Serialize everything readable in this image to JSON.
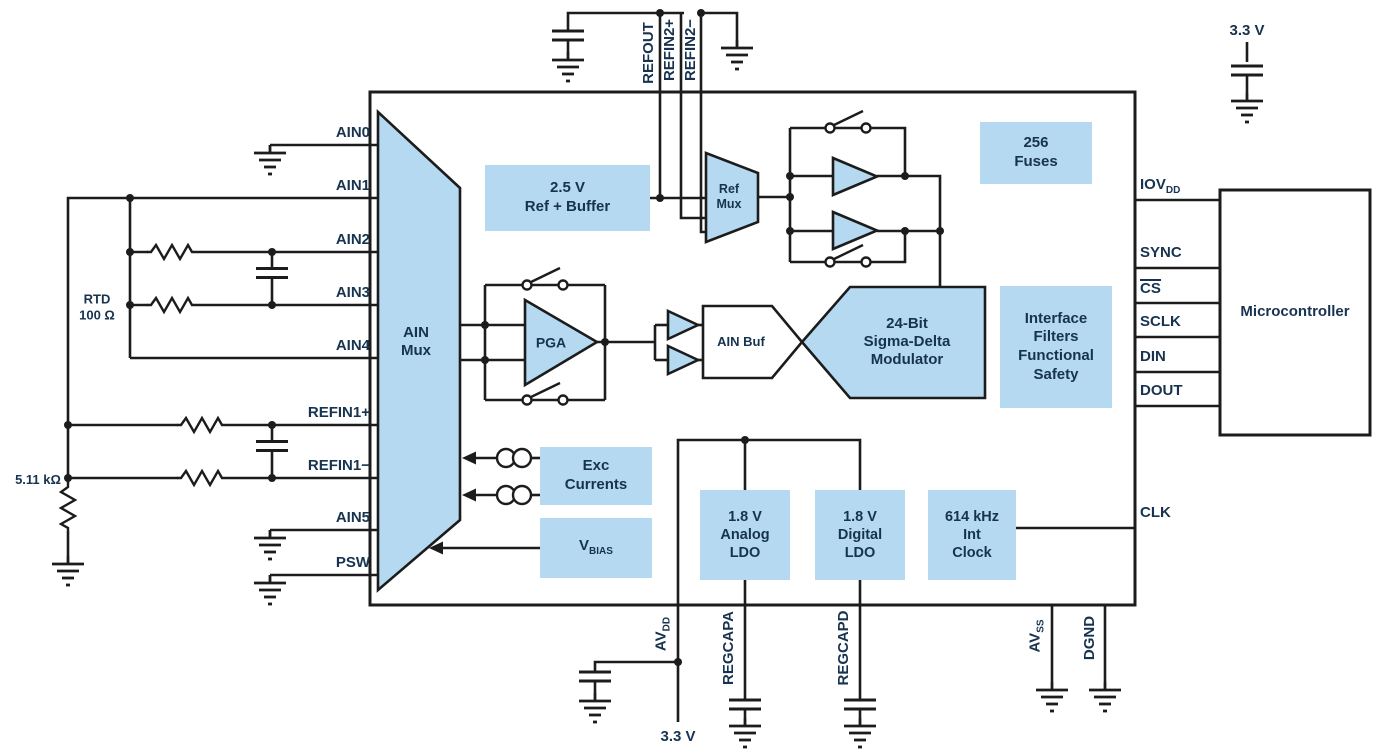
{
  "colors": {
    "accent_fill": "#b4d9f1",
    "line": "#1c1c1c",
    "text": "#17334f"
  },
  "chip": {
    "pins_left": {
      "ain0": "AIN0",
      "ain1": "AIN1",
      "ain2": "AIN2",
      "ain3": "AIN3",
      "ain4": "AIN4",
      "refin1p": "REFIN1+",
      "refin1m": "REFIN1−",
      "ain5": "AIN5",
      "psw": "PSW"
    },
    "pins_right": {
      "iovdd_base": "IOV",
      "iovdd_sub": "DD",
      "sync": "SYNC",
      "cs": "CS",
      "sclk": "SCLK",
      "din": "DIN",
      "dout": "DOUT",
      "clk": "CLK"
    },
    "pins_top": {
      "refout": "REFOUT",
      "refin2p": "REFIN2+",
      "refin2m": "REFIN2−"
    },
    "pins_bottom": {
      "avdd_base": "AV",
      "avdd_sub": "DD",
      "regcapa": "REGCAPA",
      "regcapd": "REGCAPD",
      "avss_base": "AV",
      "avss_sub": "SS",
      "dgnd": "DGND"
    },
    "blocks": {
      "ain_mux": "AIN\nMux",
      "ref_buffer": "2.5 V\nRef + Buffer",
      "ref_mux": "Ref\nMux",
      "fuses": "256\nFuses",
      "pga": "PGA",
      "ain_buf": "AIN Buf",
      "modulator": "24-Bit\nSigma-Delta\nModulator",
      "interface": "Interface\nFilters\nFunctional\nSafety",
      "exc": "Exc\nCurrents",
      "vbias_base": "V",
      "vbias_sub": "BIAS",
      "ldo_analog": "1.8 V\nAnalog\nLDO",
      "ldo_digital": "1.8 V\nDigital\nLDO",
      "int_clock": "614 kHz\nInt\nClock"
    }
  },
  "external": {
    "microcontroller": "Microcontroller",
    "supply_top": "3.3 V",
    "supply_bottom": "3.3 V",
    "rtd": "RTD\n100 Ω",
    "ref_resistor": "5.11 kΩ"
  }
}
